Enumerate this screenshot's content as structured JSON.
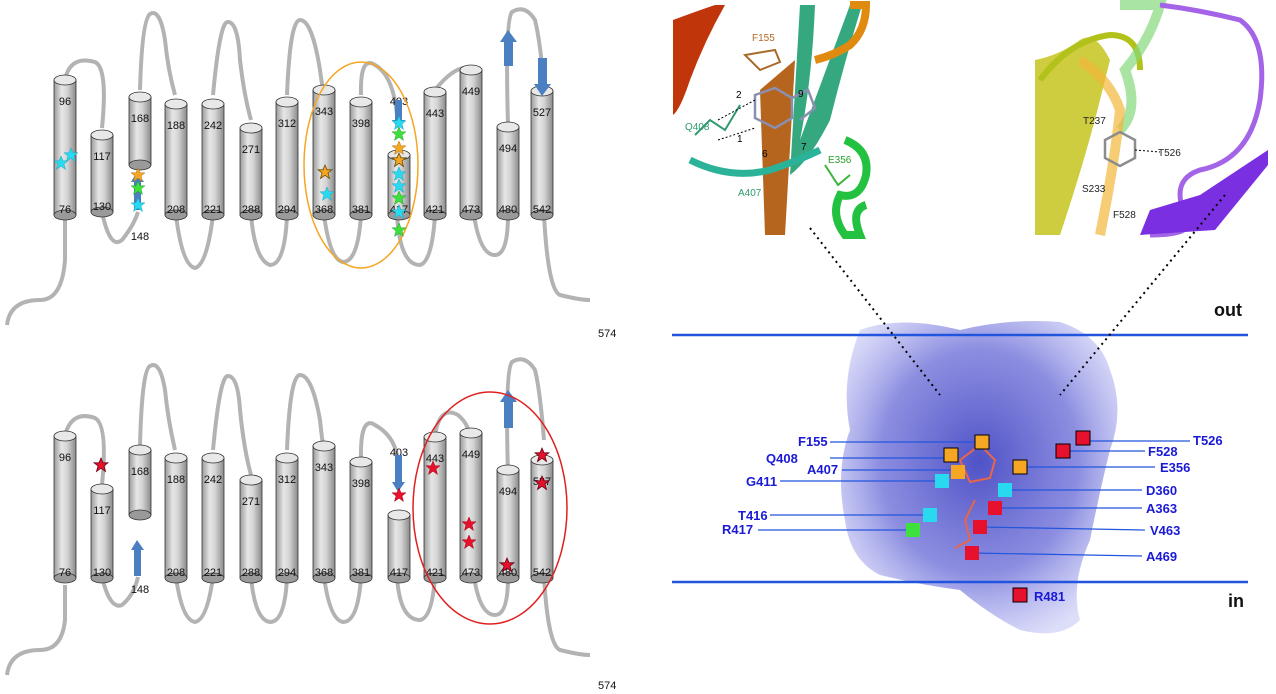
{
  "topology_top": {
    "helices": [
      {
        "top": "96",
        "bottom": "76"
      },
      {
        "top": "117",
        "bottom": "130"
      },
      {
        "top": "168",
        "bottom": "148"
      },
      {
        "top": "188",
        "bottom": "208"
      },
      {
        "top": "242",
        "bottom": "221"
      },
      {
        "top": "271",
        "bottom": "288"
      },
      {
        "top": "312",
        "bottom": "294"
      },
      {
        "top": "343",
        "bottom": "368"
      },
      {
        "top": "398",
        "bottom": "381"
      },
      {
        "top": "403",
        "bottom": "417"
      },
      {
        "top": "443",
        "bottom": "421"
      },
      {
        "top": "449",
        "bottom": "473"
      },
      {
        "top": "494",
        "bottom": "480"
      },
      {
        "top": "527",
        "bottom": "542"
      }
    ],
    "c_term": "574",
    "highlight_color": "#f5a623"
  },
  "topology_bottom": {
    "helices": [
      {
        "top": "96",
        "bottom": "76"
      },
      {
        "top": "117",
        "bottom": "130"
      },
      {
        "top": "168",
        "bottom": "148"
      },
      {
        "top": "188",
        "bottom": "208"
      },
      {
        "top": "242",
        "bottom": "221"
      },
      {
        "top": "271",
        "bottom": "288"
      },
      {
        "top": "312",
        "bottom": "294"
      },
      {
        "top": "343",
        "bottom": "368"
      },
      {
        "top": "398",
        "bottom": "381"
      },
      {
        "top": "403",
        "bottom": "417"
      },
      {
        "top": "443",
        "bottom": "421"
      },
      {
        "top": "449",
        "bottom": "473"
      },
      {
        "top": "494",
        "bottom": "480"
      },
      {
        "top": "527",
        "bottom": "542"
      }
    ],
    "c_term": "574",
    "highlight_color": "#e02020"
  },
  "inset_left": {
    "labels": [
      "F155",
      "Q408",
      "A407",
      "E356",
      "2",
      "1",
      "6",
      "7",
      "9"
    ]
  },
  "inset_right": {
    "labels": [
      "T237",
      "T526",
      "S233",
      "F528"
    ]
  },
  "membrane": {
    "out_label": "out",
    "in_label": "in",
    "residues_left": [
      "F155",
      "Q408",
      "A407",
      "G411",
      "T416",
      "R417"
    ],
    "residues_right": [
      "T526",
      "F528",
      "E356",
      "D360",
      "A363",
      "V463",
      "A469"
    ],
    "residue_bottom": "R481",
    "colors": {
      "orange": "#f5a623",
      "cyan": "#29d9ef",
      "green": "#3ee03e",
      "red": "#e8112d",
      "blue_line": "#2255dd",
      "label_blue": "#1a1ad6"
    }
  }
}
